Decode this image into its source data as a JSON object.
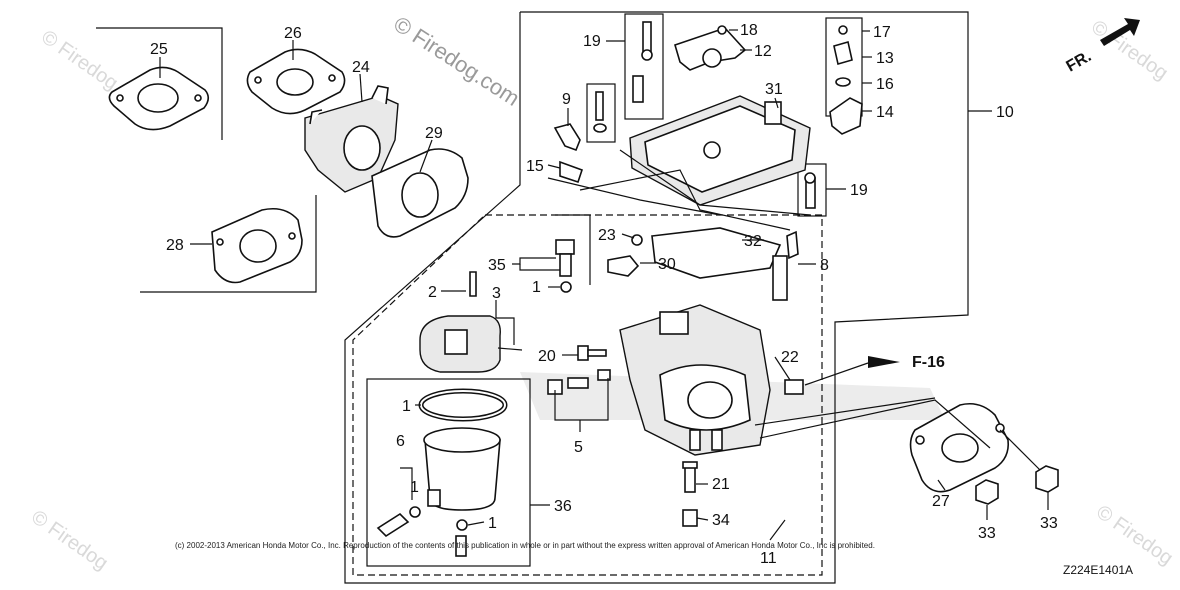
{
  "watermark": {
    "text": "© Firedog.com",
    "faint": "© Firedog"
  },
  "direction": {
    "label": "FR."
  },
  "reference": {
    "label": "F-16"
  },
  "copyright": "(c) 2002-2013 American Honda Motor Co., Inc. Reproduction of the contents of this publication in whole or in part without the express written approval of American Honda Motor Co., Inc is prohibited.",
  "diagram_code": "Z224E1401A",
  "callouts": {
    "c1a": "1",
    "c1b": "1",
    "c1c": "1",
    "c1d": "1",
    "c2": "2",
    "c3": "3",
    "c5": "5",
    "c6": "6",
    "c8": "8",
    "c9": "9",
    "c10": "10",
    "c11": "11",
    "c12": "12",
    "c13": "13",
    "c14": "14",
    "c15": "15",
    "c16": "16",
    "c17": "17",
    "c18": "18",
    "c19a": "19",
    "c19b": "19",
    "c20": "20",
    "c21": "21",
    "c22": "22",
    "c23": "23",
    "c24": "24",
    "c25": "25",
    "c26": "26",
    "c27": "27",
    "c28": "28",
    "c29": "29",
    "c30": "30",
    "c31": "31",
    "c32": "32",
    "c33a": "33",
    "c33b": "33",
    "c34": "34",
    "c35": "35",
    "c36": "36"
  }
}
